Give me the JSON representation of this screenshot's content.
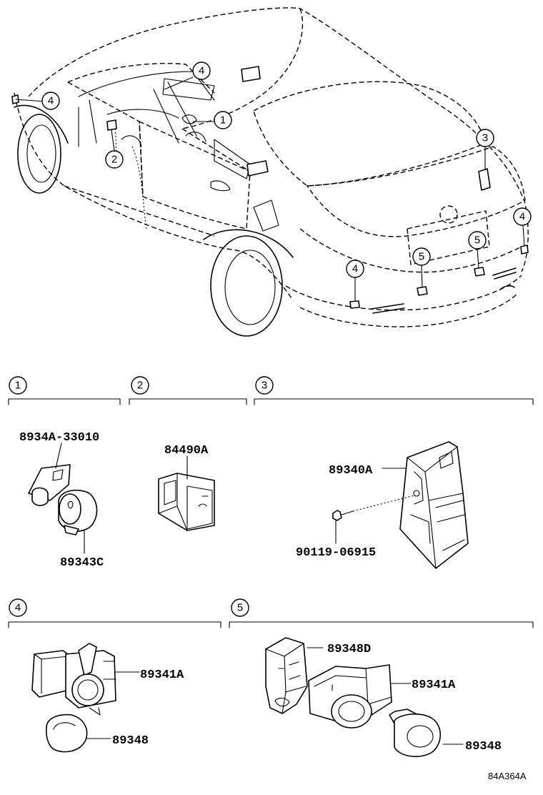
{
  "car_callouts": [
    "4",
    "4",
    "1",
    "2",
    "3",
    "4",
    "5",
    "5",
    "4"
  ],
  "groups": [
    {
      "num": "1",
      "parts": [
        "8934A-33010",
        "89343C"
      ]
    },
    {
      "num": "2",
      "parts": [
        "84490A"
      ]
    },
    {
      "num": "3",
      "parts": [
        "89340A",
        "90119-06915"
      ]
    },
    {
      "num": "4",
      "parts": [
        "89341A",
        "89348"
      ]
    },
    {
      "num": "5",
      "parts": [
        "89348D",
        "89341A",
        "89348"
      ]
    }
  ],
  "figure_code": "84A364A"
}
